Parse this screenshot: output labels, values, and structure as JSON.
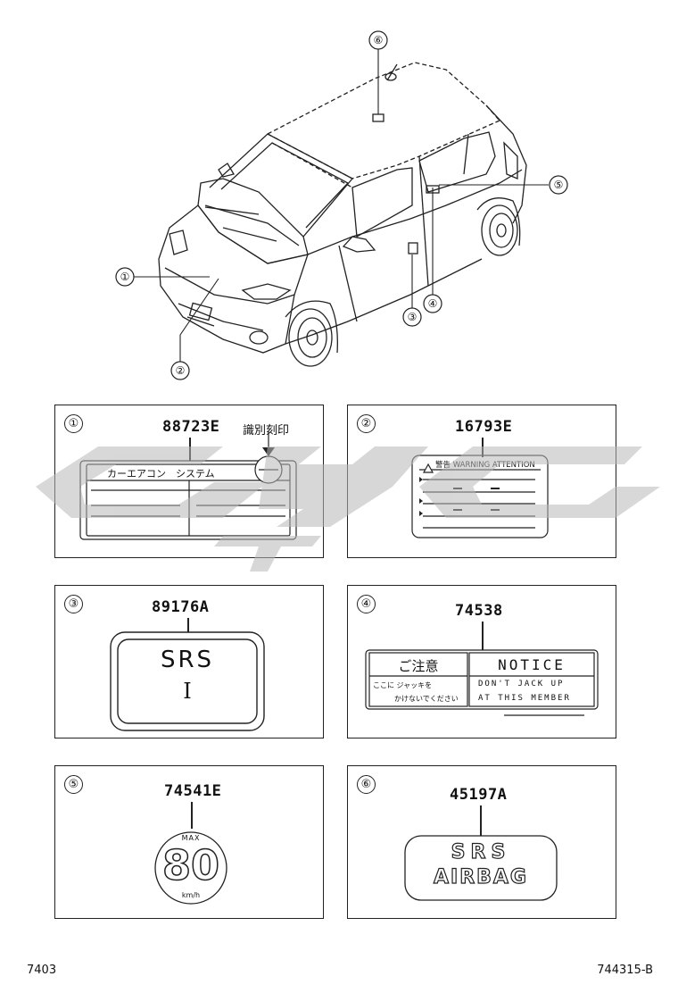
{
  "car_callouts": [
    "①",
    "②",
    "③",
    "④",
    "⑤",
    "⑥"
  ],
  "panels": [
    {
      "num": "①",
      "part": "88723E",
      "mark_label": "識別刻印",
      "label_title": "カーエアコン　システム"
    },
    {
      "num": "②",
      "part": "16793E",
      "label_header": "警告 WARNING ATTENTION"
    },
    {
      "num": "③",
      "part": "89176A",
      "label_text": "SRS",
      "label_sub": "I"
    },
    {
      "num": "④",
      "part": "74538",
      "jp_title": "ご注意",
      "jp_line1": "ここに ジャッキを",
      "jp_line2": "かけないでください",
      "en_title": "NOTICE",
      "en_line1": "DON'T JACK UP",
      "en_line2": "AT THIS MEMBER"
    },
    {
      "num": "⑤",
      "part": "74541E",
      "max_label": "MAX",
      "speed": "80",
      "unit": "km/h"
    },
    {
      "num": "⑥",
      "part": "45197A",
      "line1": "SRS",
      "line2": "AIRBAG"
    }
  ],
  "footer": {
    "left": "7403",
    "right": "744315-B"
  }
}
